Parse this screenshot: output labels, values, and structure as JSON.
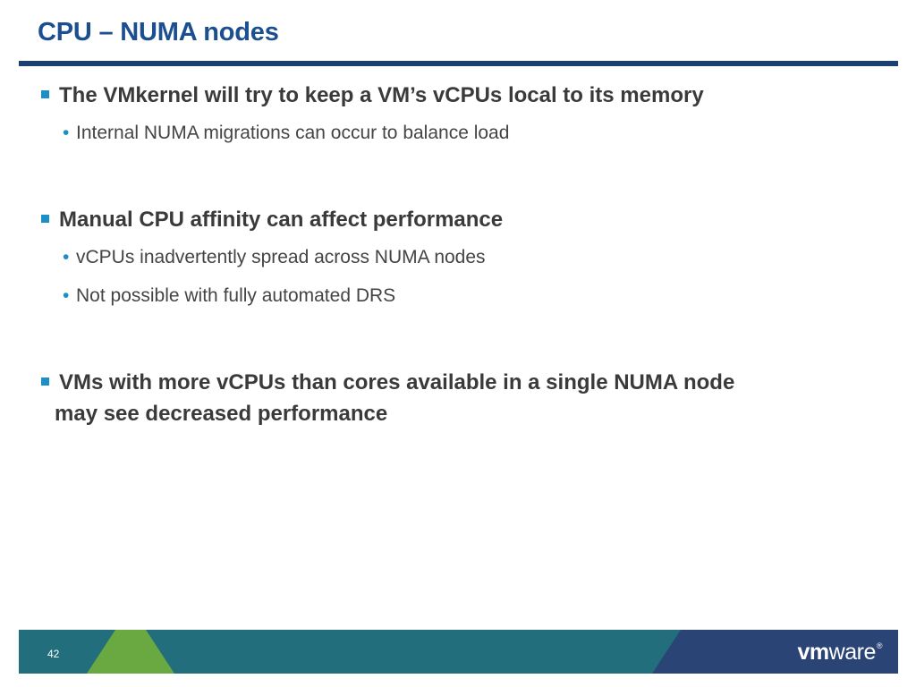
{
  "slide": {
    "title": "CPU – NUMA nodes",
    "bullets": [
      {
        "text": "The VMkernel will try to keep a VM’s vCPUs local to its memory",
        "subs": [
          "Internal NUMA migrations can occur to balance load"
        ]
      },
      {
        "text": "Manual CPU affinity can affect performance",
        "subs": [
          "vCPUs inadvertently spread across NUMA nodes",
          "Not possible with fully automated DRS"
        ]
      },
      {
        "line1": "VMs with more vCPUs than cores available in a single NUMA node",
        "line2": "may see decreased performance"
      }
    ]
  },
  "footer": {
    "page_number": "42",
    "logo": {
      "vm": "vm",
      "ware": "ware",
      "reg": "®"
    }
  },
  "colors": {
    "title": "#1b4f8f",
    "rule": "#1c3f71",
    "bullet_marker": "#1b8fc6",
    "footer_green": "#6aa842",
    "footer_teal": "#236e7c",
    "footer_navy": "#2b4476"
  }
}
